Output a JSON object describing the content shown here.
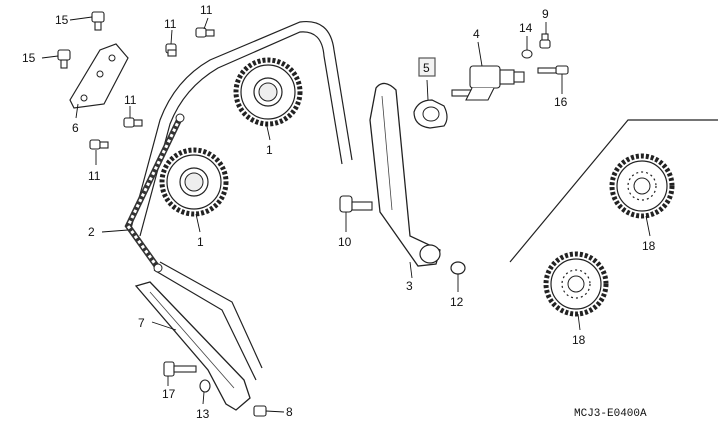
{
  "diagram": {
    "code": "MCJ3-E0400A",
    "callouts": [
      {
        "id": "c15a",
        "num": "15"
      },
      {
        "id": "c15b",
        "num": "15"
      },
      {
        "id": "c11a",
        "num": "11"
      },
      {
        "id": "c11b",
        "num": "11"
      },
      {
        "id": "c11c",
        "num": "11"
      },
      {
        "id": "c11d",
        "num": "11"
      },
      {
        "id": "c6",
        "num": "6"
      },
      {
        "id": "c1a",
        "num": "1"
      },
      {
        "id": "c1b",
        "num": "1"
      },
      {
        "id": "c2",
        "num": "2"
      },
      {
        "id": "c7",
        "num": "7"
      },
      {
        "id": "c17",
        "num": "17"
      },
      {
        "id": "c13",
        "num": "13"
      },
      {
        "id": "c8",
        "num": "8"
      },
      {
        "id": "c10",
        "num": "10"
      },
      {
        "id": "c3",
        "num": "3"
      },
      {
        "id": "c12",
        "num": "12"
      },
      {
        "id": "c5",
        "num": "5",
        "boxed": true
      },
      {
        "id": "c4",
        "num": "4"
      },
      {
        "id": "c14",
        "num": "14"
      },
      {
        "id": "c9",
        "num": "9"
      },
      {
        "id": "c16",
        "num": "16"
      },
      {
        "id": "c18a",
        "num": "18"
      },
      {
        "id": "c18b",
        "num": "18"
      }
    ]
  }
}
